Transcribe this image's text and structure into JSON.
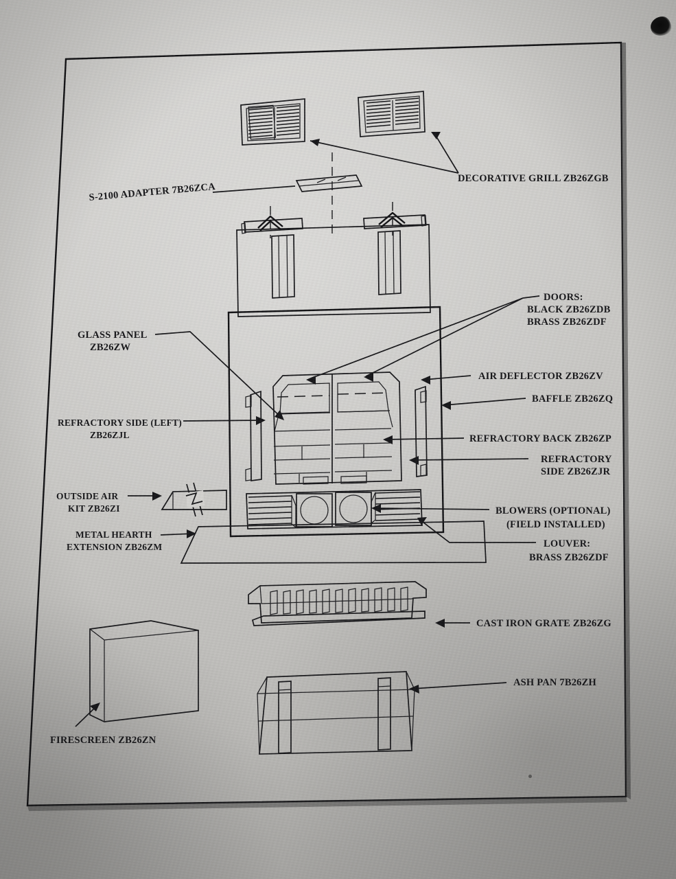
{
  "document": {
    "type": "exploded parts diagram",
    "subject": "Fireplace unit replacement parts",
    "medium": "photograph of a printed manual page"
  },
  "labels": {
    "decorative_grill": {
      "lines": [
        "DECORATIVE GRILL ZB26ZGB"
      ]
    },
    "adapter": {
      "lines": [
        "S-2100 ADAPTER 7B26ZCA"
      ]
    },
    "doors": {
      "lines": [
        "DOORS:",
        "BLACK ZB26ZDB",
        "BRASS ZB26ZDF"
      ]
    },
    "glass_panel": {
      "lines": [
        "GLASS PANEL",
        "ZB26ZW"
      ]
    },
    "air_deflector": {
      "lines": [
        "AIR DEFLECTOR ZB26ZV"
      ]
    },
    "baffle": {
      "lines": [
        "BAFFLE ZB26ZQ"
      ]
    },
    "refractory_side_left": {
      "lines": [
        "REFRACTORY SIDE (LEFT)",
        "ZB26ZJL"
      ]
    },
    "refractory_back": {
      "lines": [
        "REFRACTORY BACK ZB26ZP"
      ]
    },
    "refractory_side_right": {
      "lines": [
        "REFRACTORY",
        "SIDE ZB26ZJR"
      ]
    },
    "outside_air_kit": {
      "lines": [
        "OUTSIDE AIR",
        "KIT ZB26ZI"
      ]
    },
    "metal_hearth_extension": {
      "lines": [
        "METAL HEARTH",
        "EXTENSION ZB26ZM"
      ]
    },
    "blowers": {
      "lines": [
        "BLOWERS (OPTIONAL)",
        "(FIELD INSTALLED)"
      ]
    },
    "louver": {
      "lines": [
        "LOUVER:",
        "BRASS ZB26ZDF"
      ]
    },
    "cast_iron_grate": {
      "lines": [
        "CAST IRON GRATE ZB26ZG"
      ]
    },
    "ash_pan": {
      "lines": [
        "ASH PAN 7B26ZH"
      ]
    },
    "firescreen": {
      "lines": [
        "FIRESCREEN ZB26ZN"
      ]
    }
  },
  "parts": [
    {
      "name": "decorative-grill",
      "code": "ZB26ZGB",
      "qty": 2
    },
    {
      "name": "s-2100-adapter",
      "code": "7B26ZCA",
      "qty": 1
    },
    {
      "name": "doors-black",
      "code": "ZB26ZDB",
      "qty": 1
    },
    {
      "name": "doors-brass",
      "code": "ZB26ZDF",
      "qty": 1
    },
    {
      "name": "glass-panel",
      "code": "ZB26ZW",
      "qty": 1
    },
    {
      "name": "air-deflector",
      "code": "ZB26ZV",
      "qty": 1
    },
    {
      "name": "baffle",
      "code": "ZB26ZQ",
      "qty": 1
    },
    {
      "name": "refractory-side-left",
      "code": "ZB26ZJL",
      "qty": 1
    },
    {
      "name": "refractory-back",
      "code": "ZB26ZP",
      "qty": 1
    },
    {
      "name": "refractory-side-right",
      "code": "ZB26ZJR",
      "qty": 1
    },
    {
      "name": "outside-air-kit",
      "code": "ZB26ZI",
      "qty": 1
    },
    {
      "name": "metal-hearth-extension",
      "code": "ZB26ZM",
      "qty": 1
    },
    {
      "name": "louver-brass",
      "code": "ZB26ZDF",
      "qty": 1
    },
    {
      "name": "cast-iron-grate",
      "code": "ZB26ZG",
      "qty": 1
    },
    {
      "name": "ash-pan",
      "code": "7B26ZH",
      "qty": 1
    },
    {
      "name": "firescreen",
      "code": "ZB26ZN",
      "qty": 1
    }
  ],
  "colors": {
    "ink": "#17171a",
    "paper_light": "#d6d5d2",
    "paper_dark": "#b2b1ae",
    "background": "#2b2b2b"
  }
}
